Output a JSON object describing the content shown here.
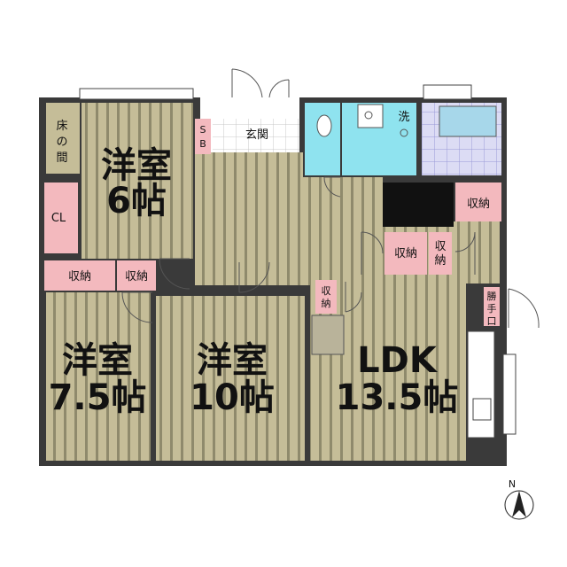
{
  "rooms": {
    "western1": {
      "name": "洋室",
      "size": "6帖"
    },
    "western2": {
      "name": "洋室",
      "size": "7.5帖"
    },
    "western3": {
      "name": "洋室",
      "size": "10帖"
    },
    "ldk": {
      "name": "LDK",
      "size": "13.5帖"
    }
  },
  "labels": {
    "tokonoma": [
      "床",
      "の",
      "間"
    ],
    "closet": "CL",
    "shoebox": [
      "S",
      "B"
    ],
    "entrance": "玄関",
    "washroom": "洗",
    "storage": "収納",
    "storage_v": [
      "収",
      "納"
    ],
    "back_door": [
      "勝",
      "手",
      "口"
    ],
    "north": "N"
  },
  "colors": {
    "floor_light": "#c5bd98",
    "floor_dark": "#8f8a6c",
    "storage_pink": "#f3b9be",
    "water_blue": "#8fe3ef",
    "bath_blue": "#a7d7ea",
    "wall": "#3a3a3a"
  }
}
